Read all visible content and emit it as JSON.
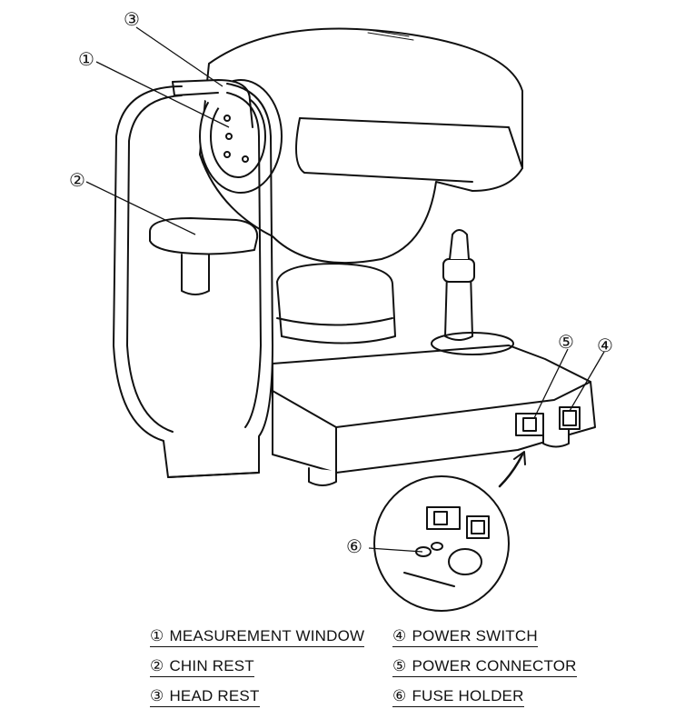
{
  "callouts": [
    {
      "number": "①"
    },
    {
      "number": "②"
    },
    {
      "number": "③"
    },
    {
      "number": "④"
    },
    {
      "number": "⑤"
    },
    {
      "number": "⑥"
    }
  ],
  "legend": [
    {
      "number": "①",
      "label": "MEASUREMENT WINDOW"
    },
    {
      "number": "②",
      "label": "CHIN REST"
    },
    {
      "number": "③",
      "label": "HEAD REST"
    },
    {
      "number": "④",
      "label": "POWER SWITCH"
    },
    {
      "number": "⑤",
      "label": "POWER CONNECTOR"
    },
    {
      "number": "⑥",
      "label": "FUSE HOLDER"
    }
  ]
}
